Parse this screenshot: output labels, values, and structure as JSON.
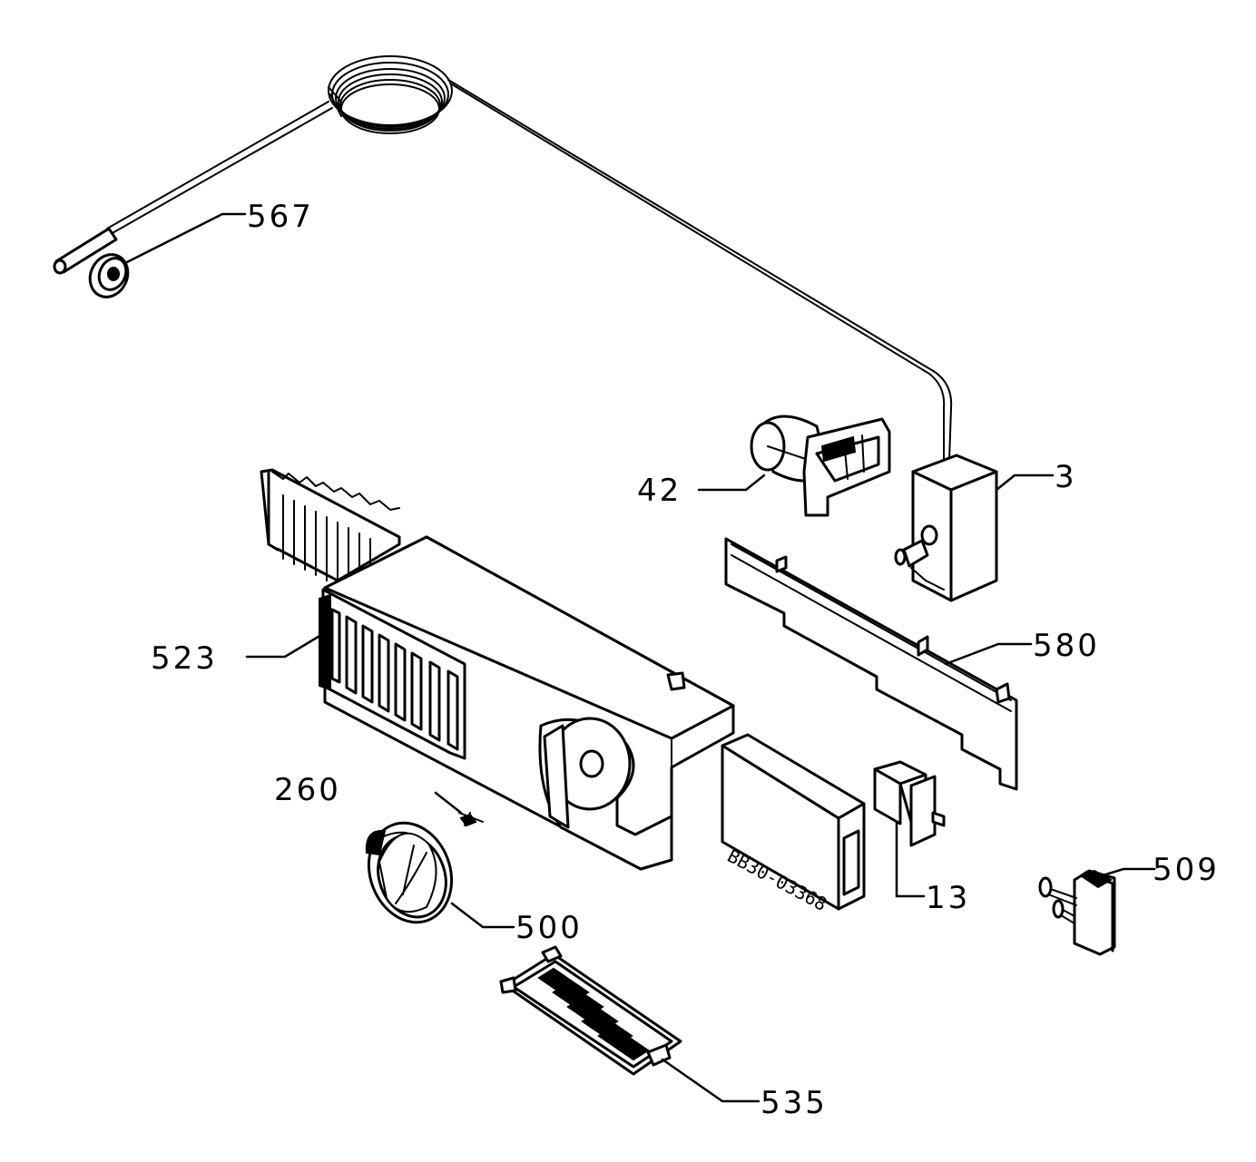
{
  "labels": {
    "p567": "567",
    "p42": "42",
    "p3": "3",
    "p523": "523",
    "p580": "580",
    "p260": "260",
    "p13": "13",
    "p509": "509",
    "p500": "500",
    "p535": "535"
  },
  "stamp_text": "BB30-03368"
}
